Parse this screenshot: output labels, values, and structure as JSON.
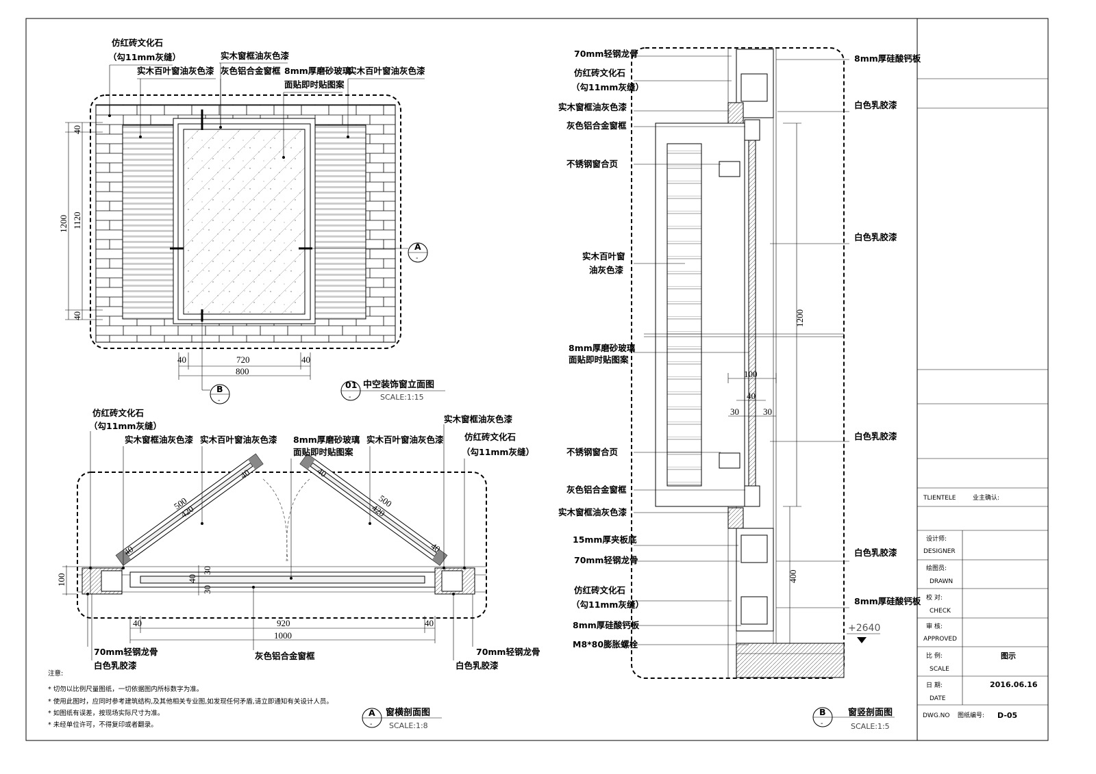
{
  "elevation": {
    "labels": {
      "brick": "仿红砖文化石",
      "brick_joint": "（勾11mm灰缝）",
      "louver_left": "实木百叶窗油灰色漆",
      "frame_paint": "实木窗框油灰色漆",
      "alu_frame": "灰色铝合金窗框",
      "glass_line1": "8mm厚磨砂玻璃",
      "glass_line2": "面贴即时贴图案",
      "louver_right": "实木百叶窗油灰色漆"
    },
    "dims": {
      "outer_v": "1200",
      "inner_v": "1120",
      "top": "40",
      "bottom": "40",
      "left_h": "40",
      "mid_h": "720",
      "right_h": "40",
      "total_h": "800"
    },
    "section_a": {
      "letter": "A",
      "sub": "-"
    },
    "section_b": {
      "letter": "B",
      "sub": "-"
    },
    "title": {
      "number": "01",
      "sub": "-",
      "name": "中空装饰窗立面图",
      "scale": "SCALE:1:15"
    }
  },
  "plan": {
    "labels": {
      "brick_left": "仿红砖文化石",
      "brick_left_joint": "（勾11mm灰缝）",
      "frame_paint_left": "实木窗框油灰色漆",
      "louver_left": "实木百叶窗油灰色漆",
      "glass_line1": "8mm厚磨砂玻璃",
      "glass_line2": "面贴即时贴图案",
      "louver_right": "实木百叶窗油灰色漆",
      "frame_paint_right": "实木窗框油灰色漆",
      "brick_right": "仿红砖文化石",
      "brick_right_joint": "（勾11mm灰缝）",
      "stud_left": "70mm轻钢龙骨",
      "latex_left": "白色乳胶漆",
      "alu_frame": "灰色铝合金窗框",
      "latex_right": "白色乳胶漆",
      "stud_right": "70mm轻钢龙骨"
    },
    "dims": {
      "sash_left_500": "500",
      "sash_left_420": "420",
      "sash_left_40a": "40",
      "sash_left_40b": "40",
      "sash_right_500": "500",
      "sash_right_420": "420",
      "sash_right_40a": "40",
      "sash_right_40b": "40",
      "depth_100": "100",
      "d30a": "30",
      "d40": "40",
      "d30b": "30",
      "left_40": "40",
      "mid_920": "920",
      "right_40": "40",
      "total_1000": "1000"
    },
    "title": {
      "letter": "A",
      "sub": "-",
      "name": "窗横剖面图",
      "scale": "SCALE:1:8"
    }
  },
  "notes": {
    "heading": "注意:",
    "items": [
      "* 切勿以比例尺量图纸，一切依据图内所标数字为准。",
      "* 使用此图时，应同时参考建筑结构,及其他相关专业图,如发现任何矛盾,请立即通知有关设计人员。",
      "* 如图纸有误差，按现场实际尺寸为准。",
      "* 未经单位许可，不得复印或者翻录。"
    ]
  },
  "vsection": {
    "left_labels": [
      "70mm轻钢龙骨",
      "仿红砖文化石",
      "（勾11mm灰缝）",
      "实木窗框油灰色漆",
      "灰色铝合金窗框",
      "不锈钢窗合页",
      "实木百叶窗",
      "油灰色漆",
      "8mm厚磨砂玻璃",
      "面贴即时贴图案",
      "不锈钢窗合页",
      "灰色铝合金窗框",
      "实木窗框油灰色漆",
      "15mm厚夹板底",
      "70mm轻钢龙骨",
      "仿红砖文化石",
      "（勾11mm灰缝）",
      "8mm厚硅酸钙板",
      "M8*80膨胀螺栓"
    ],
    "right_labels": [
      "8mm厚硅酸钙板",
      "白色乳胶漆",
      "白色乳胶漆",
      "白色乳胶漆",
      "白色乳胶漆",
      "8mm厚硅酸钙板"
    ],
    "dims": {
      "h1200": "1200",
      "w100": "100",
      "w40": "40",
      "w30a": "30",
      "w30b": "30",
      "h400": "400"
    },
    "level": "+2640",
    "title": {
      "letter": "B",
      "sub": "-",
      "name": "窗竖剖面图",
      "scale": "SCALE:1:5"
    }
  },
  "title_block": {
    "client": "TLIENTELE",
    "client_cn": "业主确认:",
    "designer_cn": "设计师:",
    "designer_en": "DESIGNER",
    "drawn_cn": "绘图员:",
    "drawn_en": "DRAWN",
    "check_cn": "校  对:",
    "check_en": "CHECK",
    "approved_cn": "审  核:",
    "approved_en": "APPROVED",
    "scale_cn": "比  例:",
    "scale_en": "SCALE",
    "scale_value": "图示",
    "date_cn": "日  期:",
    "date_en": "DATE",
    "date_value": "2016.06.16",
    "dwg_en": "DWG.NO",
    "dwg_cn": "图纸编号:",
    "dwg_value": "D-05"
  }
}
